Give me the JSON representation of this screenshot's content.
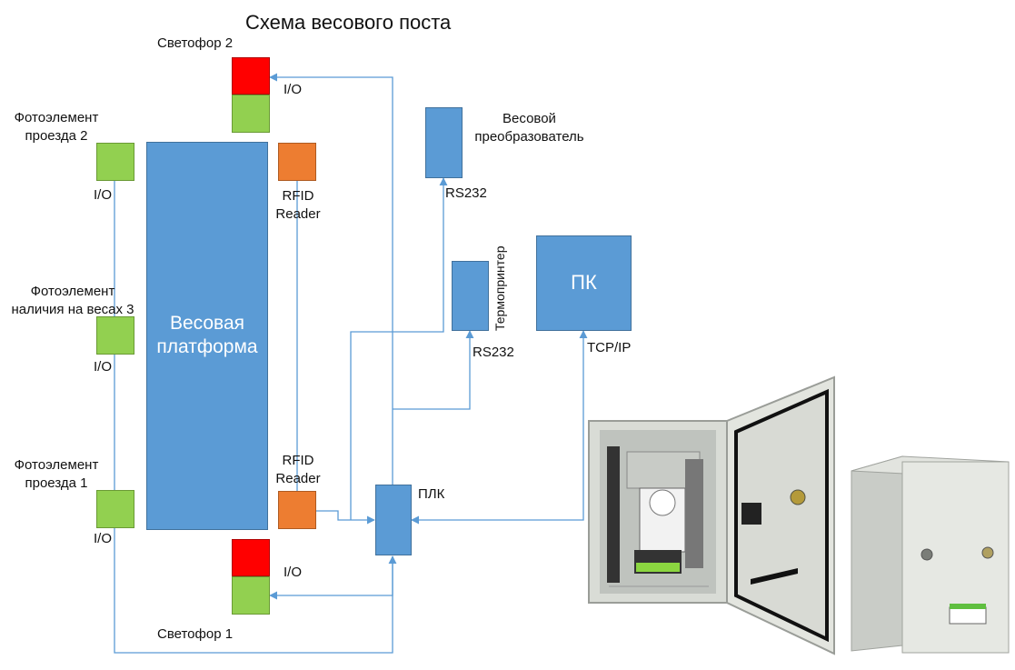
{
  "title": "Схема весового поста",
  "platform_label_1": "Весовая",
  "platform_label_2": "платформа",
  "pc_label": "ПК",
  "plc_label": "ПЛК",
  "traffic_light_2": "Светофор 2",
  "traffic_light_1": "Светофор 1",
  "photo_2_line1": "Фотоэлемент",
  "photo_2_line2": "проезда 2",
  "photo_3_line1": "Фотоэлемент",
  "photo_3_line2": "наличия на весах 3",
  "photo_1_line1": "Фотоэлемент",
  "photo_1_line2": "проезда 1",
  "io": "I/O",
  "rfid_line1": "RFID",
  "rfid_line2": "Reader",
  "converter_line1": "Весовой",
  "converter_line2": "преобразователь",
  "rs232": "RS232",
  "printer_label": "Термопринтер",
  "tcpip": "TCP/IP",
  "colors": {
    "blue": "#5b9bd5",
    "green": "#92d050",
    "orange": "#ed7d31",
    "red": "#ff0000",
    "wire": "#5b9bd5"
  }
}
